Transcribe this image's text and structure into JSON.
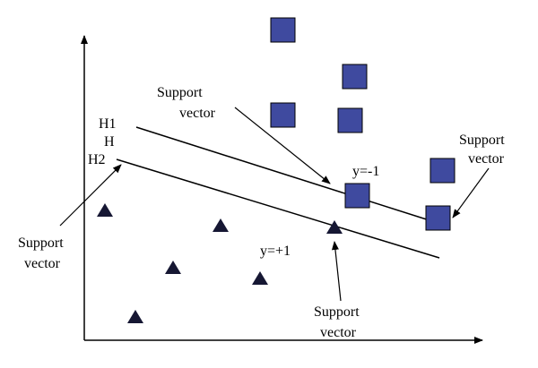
{
  "diagram": {
    "hyperplane_labels": {
      "h1": "H1",
      "h": "H",
      "h2": "H2"
    },
    "class_labels": {
      "negative": "y=-1",
      "positive": "y=+1"
    },
    "annotations": {
      "top": {
        "line1": "Support",
        "line2": "vector"
      },
      "right": {
        "line1": "Support",
        "line2": "vector"
      },
      "left": {
        "line1": "Support",
        "line2": "vector"
      },
      "bottom": {
        "line1": "Support",
        "line2": "vector"
      }
    },
    "colors": {
      "square_fill": "#3f4a9f",
      "triangle_fill": "#161733",
      "line": "#000000"
    }
  }
}
